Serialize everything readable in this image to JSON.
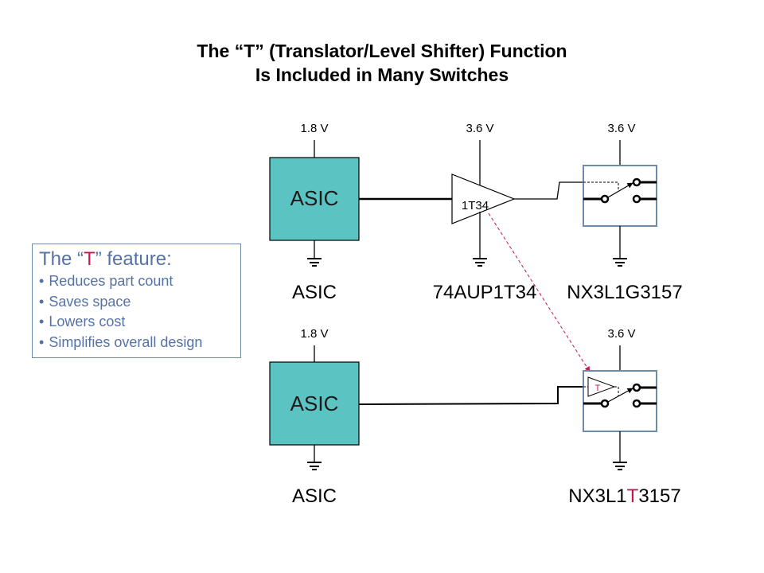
{
  "title": {
    "line1": "The “T” (Translator/Level Shifter) Function",
    "line2": "Is Included in Many Switches"
  },
  "feature_box": {
    "heading_prefix": "The “",
    "heading_t": "T",
    "heading_suffix": "” feature:",
    "items": [
      "Reduces part count",
      "Saves space",
      "Lowers cost",
      "Simplifies overall design"
    ]
  },
  "top_circuit": {
    "asic": {
      "block_label": "ASIC",
      "supply": "1.8 V",
      "part_label": "ASIC"
    },
    "buffer": {
      "symbol_label": "1T34",
      "supply": "3.6 V",
      "part_label": "74AUP1T34"
    },
    "switch": {
      "supply": "3.6 V",
      "part_label": "NX3L1G3157"
    }
  },
  "bottom_circuit": {
    "asic": {
      "block_label": "ASIC",
      "supply": "1.8 V",
      "part_label": "ASIC"
    },
    "switch": {
      "supply": "3.6 V",
      "internal_label": "T",
      "part_label_prefix": "NX3L1",
      "part_label_t": "T",
      "part_label_suffix": "3157"
    }
  },
  "colors": {
    "asic_fill": "#5bc4c2",
    "switch_border": "#6d8cab",
    "accent": "#c0184f",
    "feature_text": "#5572a6"
  }
}
